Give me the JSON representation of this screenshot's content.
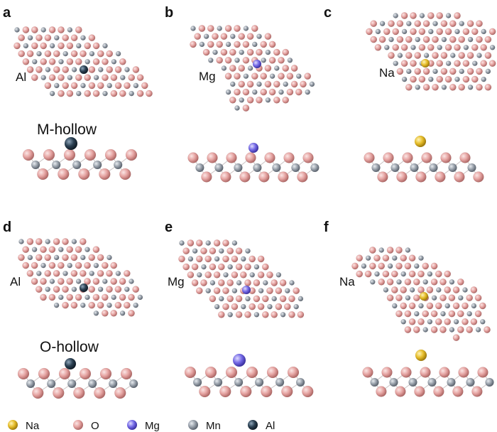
{
  "colors": {
    "Na": "#e8c132",
    "O": "#ebb0ae",
    "Mg": "#7a6fe6",
    "Mn": "#9aa2ad",
    "Al": "#2a3e4f"
  },
  "panels": [
    {
      "letter": "a",
      "adsorbate": "Al",
      "label": "Al"
    },
    {
      "letter": "b",
      "adsorbate": "Mg",
      "label": "Mg"
    },
    {
      "letter": "c",
      "adsorbate": "Na",
      "label": "Na"
    },
    {
      "letter": "d",
      "adsorbate": "Al",
      "label": "Al"
    },
    {
      "letter": "e",
      "adsorbate": "Mg",
      "label": "Mg"
    },
    {
      "letter": "f",
      "adsorbate": "Na",
      "label": "Na"
    }
  ],
  "site_labels": [
    "M-hollow",
    "O-hollow"
  ],
  "legend": [
    {
      "symbol": "Na",
      "label": "Na"
    },
    {
      "symbol": "O",
      "label": "O"
    },
    {
      "symbol": "Mg",
      "label": "Mg"
    },
    {
      "symbol": "Mn",
      "label": "Mn"
    },
    {
      "symbol": "Al",
      "label": "Al"
    }
  ]
}
